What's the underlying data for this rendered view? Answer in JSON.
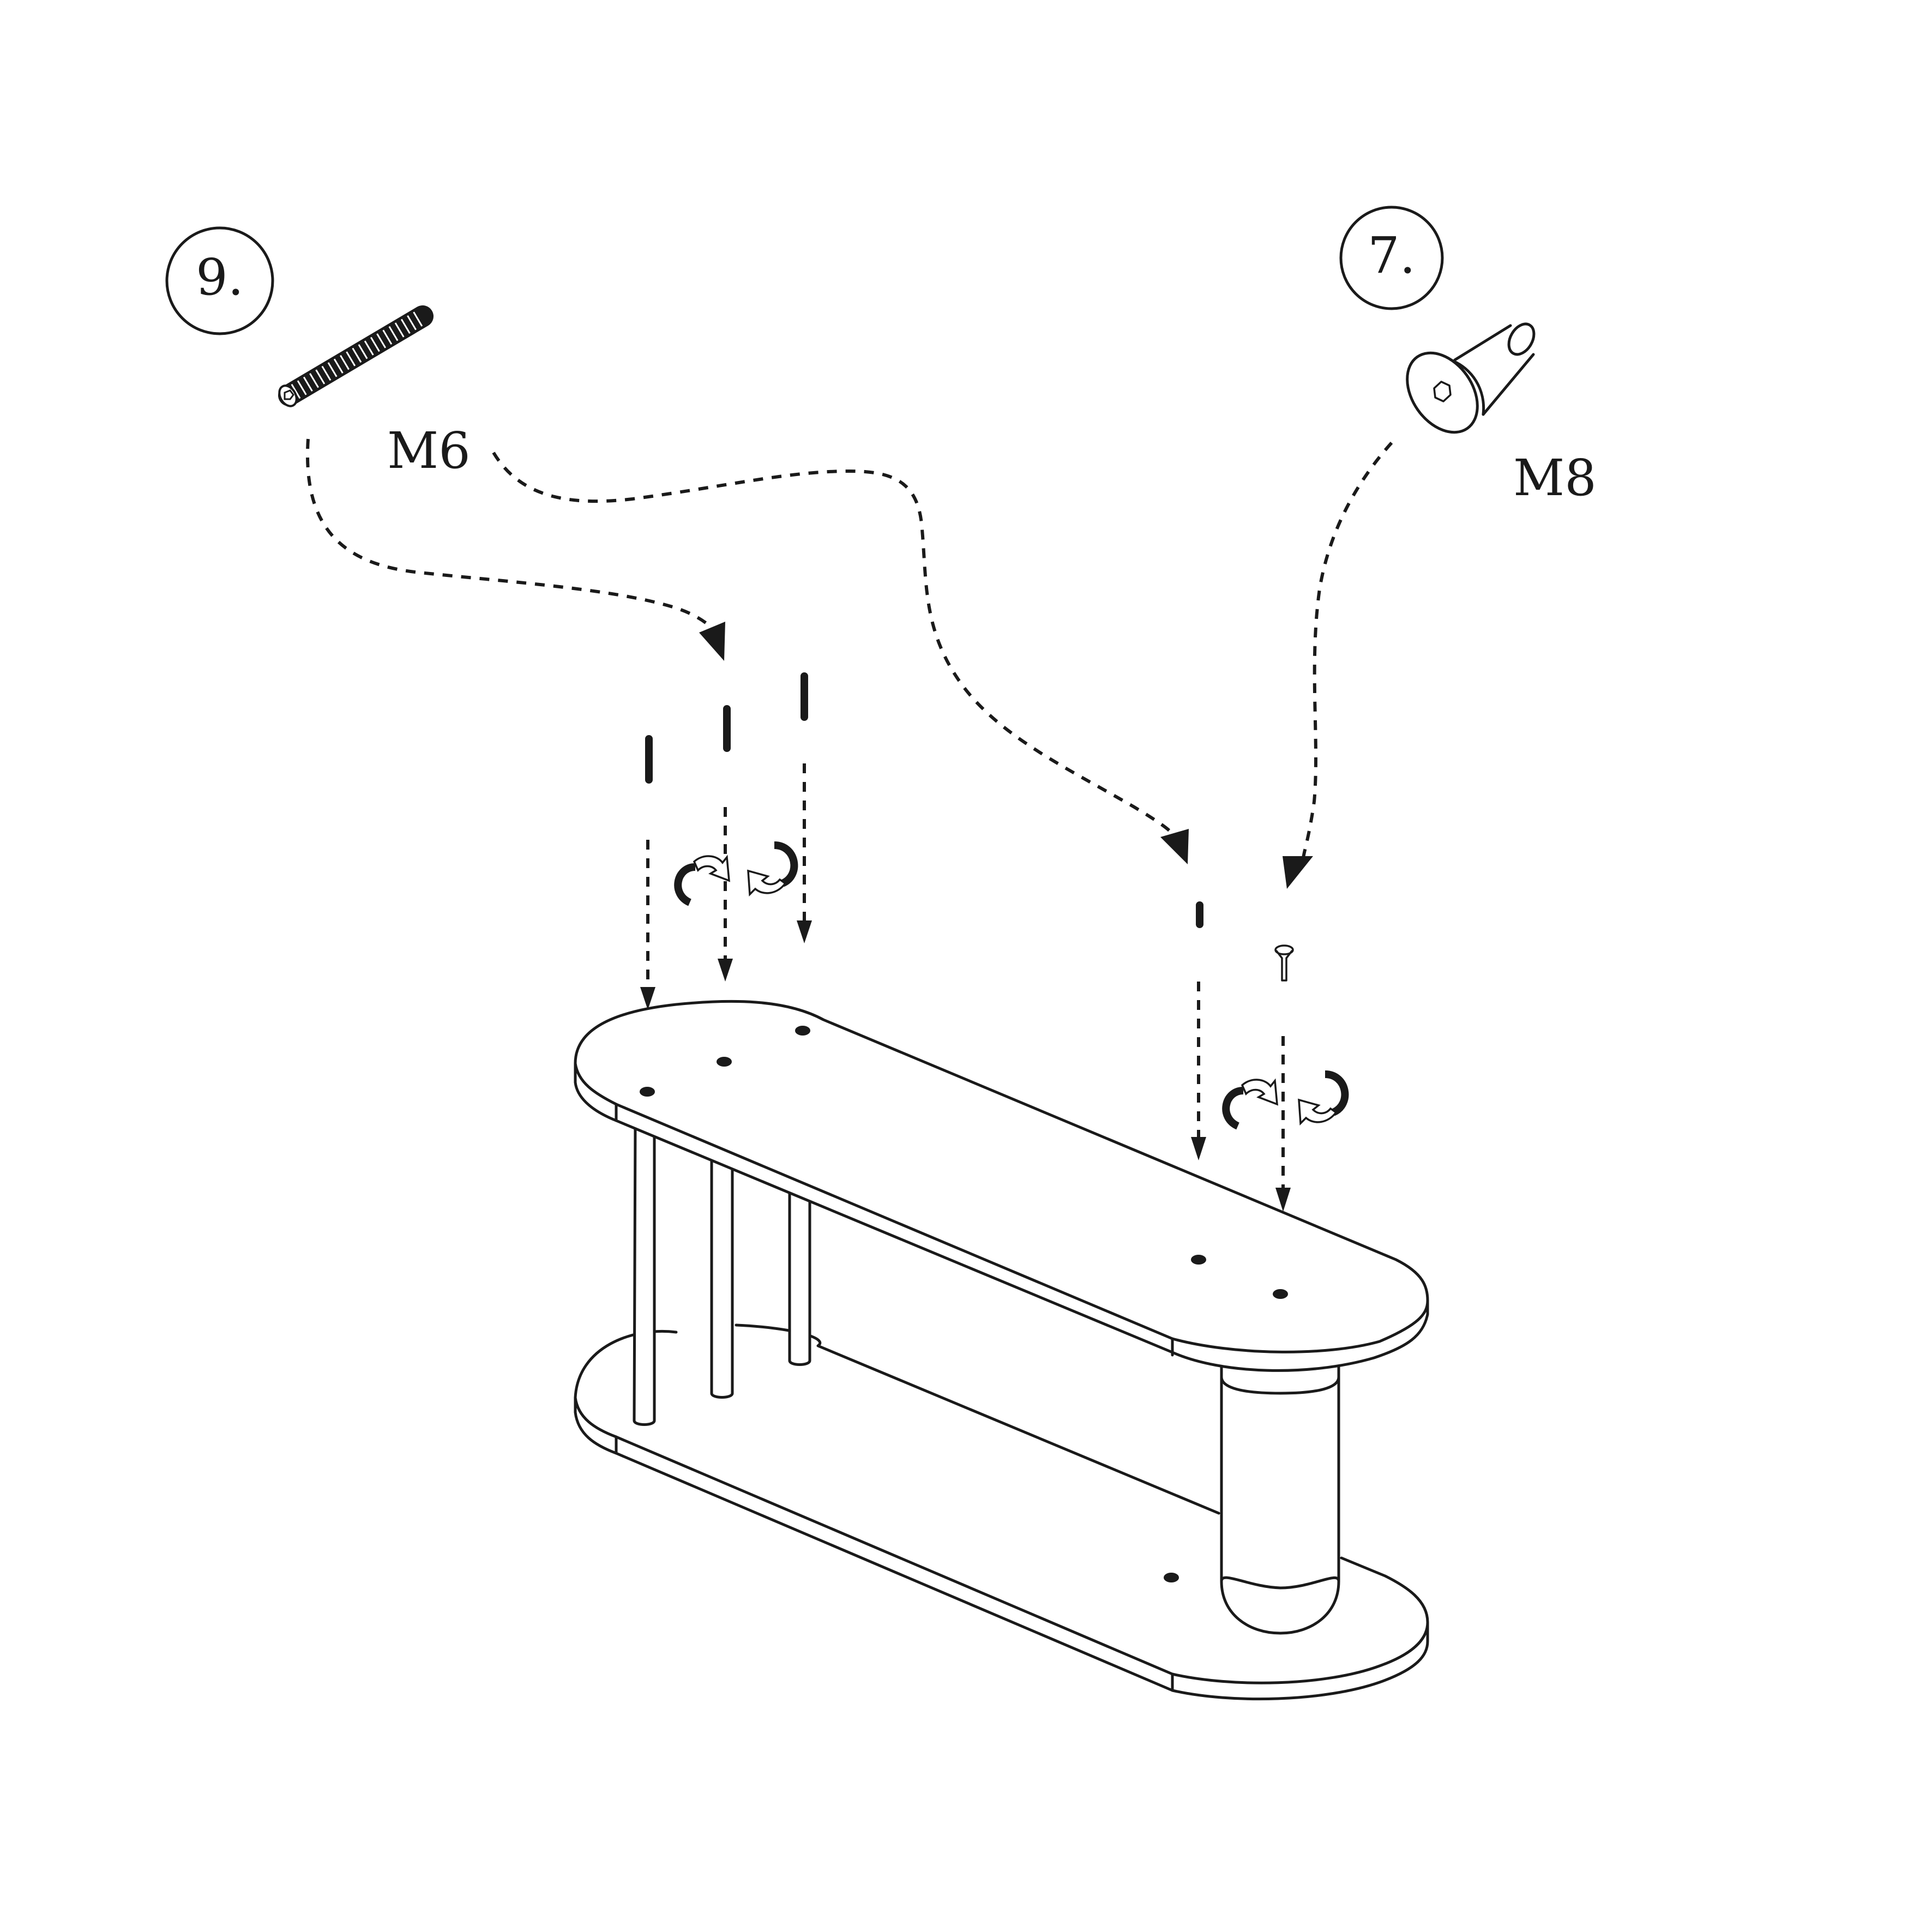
{
  "steps": [
    {
      "number": "9.",
      "part_label": "M6",
      "part": "threaded-rod-icon"
    },
    {
      "number": "7.",
      "part_label": "M8",
      "part": "countersunk-screw-icon"
    }
  ],
  "colors": {
    "ink": "#1a1a1a",
    "paper": "#ffffff"
  },
  "icons": [
    "threaded-rod-icon",
    "countersunk-screw-icon",
    "rotate-clockwise-icon",
    "rotate-counterclockwise-icon",
    "arrow-down-icon"
  ]
}
